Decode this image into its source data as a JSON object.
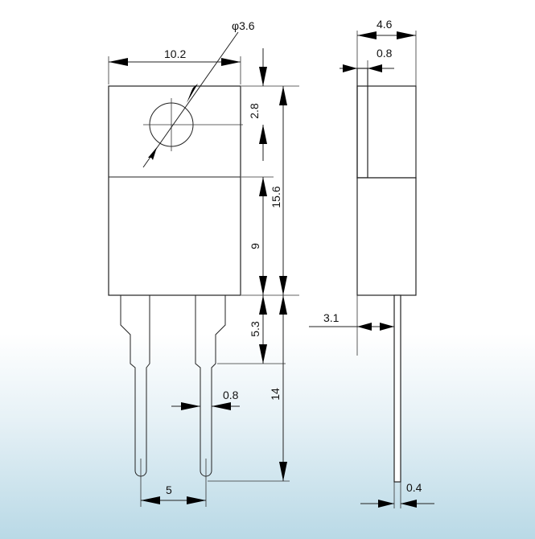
{
  "dimensions": {
    "hole_diameter": "φ3.6",
    "width": "10.2",
    "tab_to_hole": "2.8",
    "body_height": "15.6",
    "lower_body": "9",
    "lead_shoulder": "5.3",
    "lead_length": "14",
    "lead_width": "0.8",
    "lead_pitch": "5",
    "thickness": "4.6",
    "tab_thickness": "0.8",
    "lead_offset": "3.1",
    "lead_thickness": "0.4"
  }
}
